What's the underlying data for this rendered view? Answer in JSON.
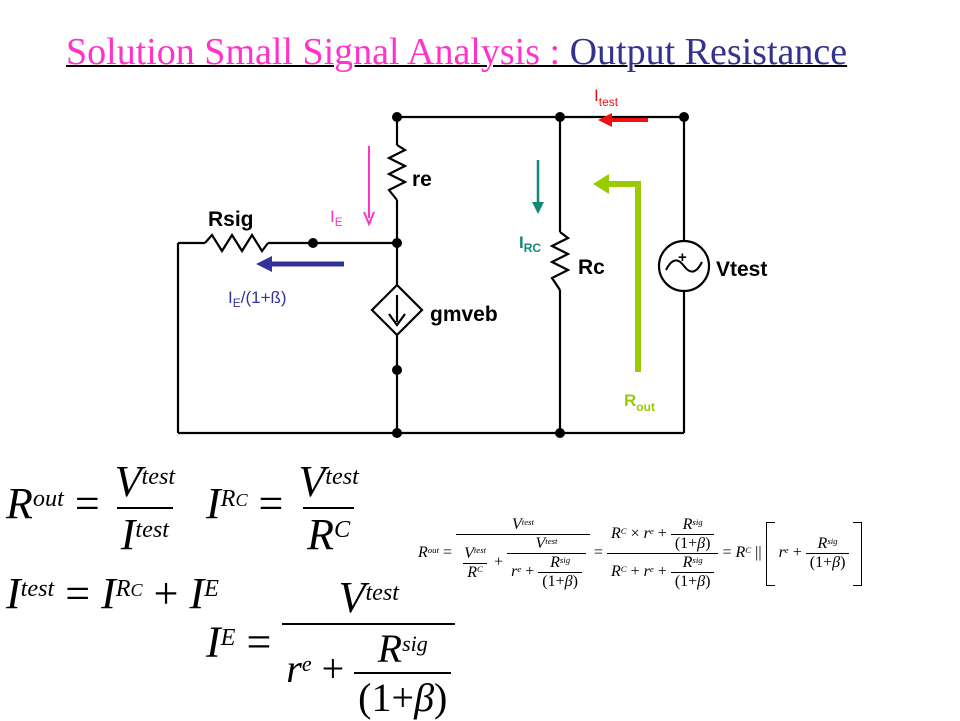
{
  "title": {
    "part1": "Solution Small Signal Analysis : ",
    "part2": "Output Resistance"
  },
  "circuit": {
    "labels": {
      "re": "re",
      "rsig": "Rsig",
      "rc": "Rc",
      "vtest": "Vtest",
      "gmveb": "gmveb",
      "ie": "I",
      "ie_sub": "E",
      "ie_beta": "I",
      "ie_beta_sub": "E",
      "ie_beta_tail": "/(1+ß)",
      "itest": "I",
      "itest_sub": "test",
      "irc": "I",
      "irc_sub": "RC",
      "rout": "R",
      "rout_sub": "out",
      "plus": "+"
    },
    "colors": {
      "wire": "#000000",
      "ie_arrow": "#ff33cc",
      "ie_beta_arrow": "#333399",
      "itest_arrow": "#ee1111",
      "irc_arrow": "#118877",
      "rout_arrow": "#99cc00"
    }
  },
  "equations": {
    "rout_def": "R_out = V_test / I_test",
    "irc_def": "I_RC = V_test / R_C",
    "itest_sum": "I_test = I_RC + I_E",
    "ie_def": "I_E = V_test / (r_e + R_sig/(1+β))",
    "rout_result": "R_out = V_test / (V_test/R_C + V_test/(r_e + R_sig/(1+β))) = (R_C × (r_e + R_sig/(1+β))) / (R_C + r_e + R_sig/(1+β)) = R_C || [r_e + R_sig/(1+β)]",
    "sym": {
      "R": "R",
      "V": "V",
      "I": "I",
      "r": "r",
      "out": "out",
      "test": "test",
      "C": "C",
      "RC": "R",
      "E": "E",
      "e": "e",
      "sig": "sig",
      "eq": "=",
      "plus": "+",
      "times": "×",
      "par": "||",
      "beta": "(1+",
      "beta_sym": "β",
      "close": ")",
      "one": "1"
    }
  }
}
